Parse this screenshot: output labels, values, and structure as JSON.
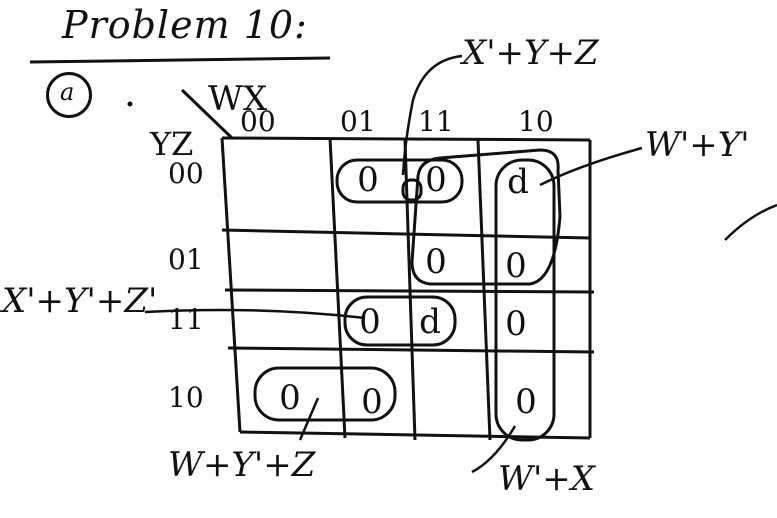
{
  "title": "Problem 10:",
  "part": "a",
  "axis": {
    "wx": "WX",
    "yz": "YZ"
  },
  "col_labels": [
    "00",
    "01",
    "11",
    "10"
  ],
  "row_labels": [
    "00",
    "01",
    "11",
    "10"
  ],
  "cells": [
    [
      "",
      "0",
      "0",
      "d"
    ],
    [
      "",
      "",
      "0",
      "0"
    ],
    [
      "",
      "0",
      "d",
      "0"
    ],
    [
      "0",
      "0",
      "",
      "0"
    ]
  ],
  "groups": {
    "top": "X'+Y+Z",
    "right": "W'+Y'",
    "left": "X'+Y'+Z'",
    "bottom_left": "W+Y'+Z",
    "bottom_right": "W'+X"
  }
}
